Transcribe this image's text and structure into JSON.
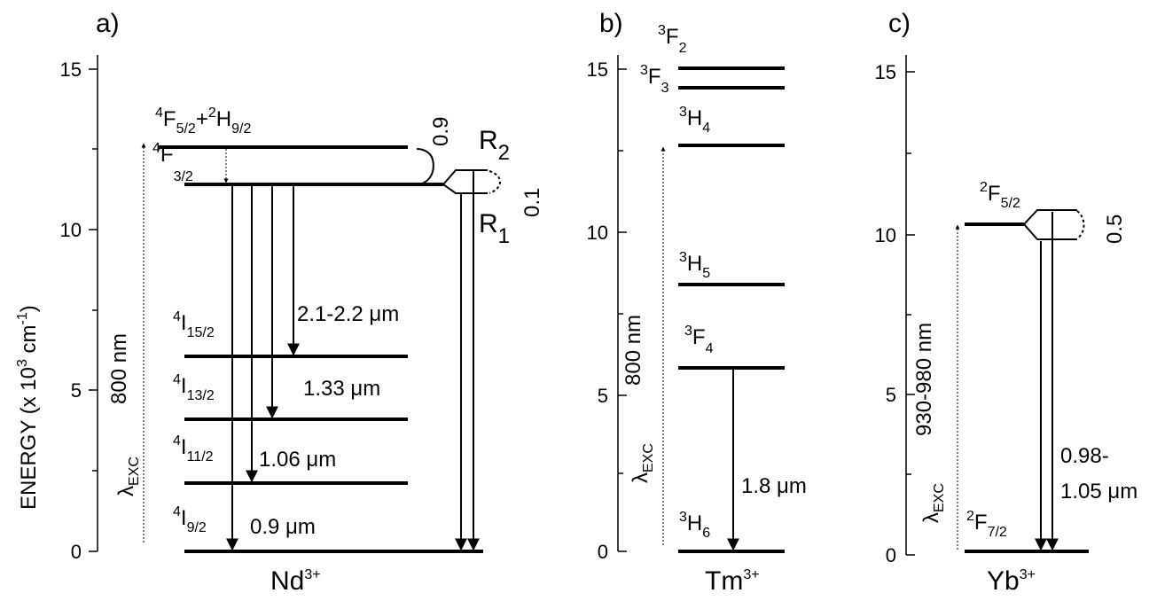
{
  "panels": {
    "a": {
      "panel_label": "a)",
      "ion_base": "Nd",
      "ion_sup": "3+",
      "ticks": [
        "0",
        "5",
        "10",
        "15"
      ],
      "ylabel_main": "ENERGY (x 10",
      "ylabel_sup3": "3",
      "ylabel_cm": " cm",
      "ylabel_supm1": "-1",
      "ylabel_close": ")",
      "exc_lambda": "λ",
      "exc_sub": "EXC",
      "exc_wavelength": "800 nm",
      "lvl_f52_a": "4",
      "lvl_f52_b": "F",
      "lvl_f52_c": "5/2",
      "lvl_f52_d": "+",
      "lvl_f52_e": "2",
      "lvl_f52_f": "H",
      "lvl_f52_g": "9/2",
      "lvl_f32_a": "4",
      "lvl_f32_b": "F",
      "lvl_f32_c": "3/2",
      "lvl_i152_a": "4",
      "lvl_i152_b": "I",
      "lvl_i152_c": "15/2",
      "lvl_i132_a": "4",
      "lvl_i132_b": "I",
      "lvl_i132_c": "13/2",
      "lvl_i112_a": "4",
      "lvl_i112_b": "I",
      "lvl_i112_c": "11/2",
      "lvl_i92_a": "4",
      "lvl_i92_b": "I",
      "lvl_i92_c": "9/2",
      "trans_21": "2.1-2.2 μm",
      "trans_133": "1.33 μm",
      "trans_106": "1.06 μm",
      "trans_09": "0.9 μm",
      "ratio_09": "0.9",
      "ratio_01": "0.1",
      "r2_base": "R",
      "r2_sub": "2",
      "r1_base": "R",
      "r1_sub": "1"
    },
    "b": {
      "panel_label": "b)",
      "ion_base": "Tm",
      "ion_sup": "3+",
      "ticks": [
        "0",
        "5",
        "10",
        "15"
      ],
      "exc_lambda": "λ",
      "exc_sub": "EXC",
      "exc_wavelength": "800 nm",
      "lvl_f2_a": "3",
      "lvl_f2_b": "F",
      "lvl_f2_c": "2",
      "lvl_f3_a": "3",
      "lvl_f3_b": "F",
      "lvl_f3_c": "3",
      "lvl_h4_a": "3",
      "lvl_h4_b": "H",
      "lvl_h4_c": "4",
      "lvl_h5_a": "3",
      "lvl_h5_b": "H",
      "lvl_h5_c": "5",
      "lvl_f4_a": "3",
      "lvl_f4_b": "F",
      "lvl_f4_c": "4",
      "lvl_h6_a": "3",
      "lvl_h6_b": "H",
      "lvl_h6_c": "6",
      "trans_18": "1.8 μm"
    },
    "c": {
      "panel_label": "c)",
      "ion_base": "Yb",
      "ion_sup": "3+",
      "ticks": [
        "0",
        "5",
        "10",
        "15"
      ],
      "exc_lambda": "λ",
      "exc_sub": "EXC",
      "exc_wavelength": "930-980 nm",
      "lvl_f52_a": "2",
      "lvl_f52_b": "F",
      "lvl_f52_c": "5/2",
      "lvl_f72_a": "2",
      "lvl_f72_b": "F",
      "lvl_f72_c": "7/2",
      "trans_line1": "0.98-",
      "trans_line2": "1.05 μm",
      "ratio_05": "0.5"
    }
  }
}
